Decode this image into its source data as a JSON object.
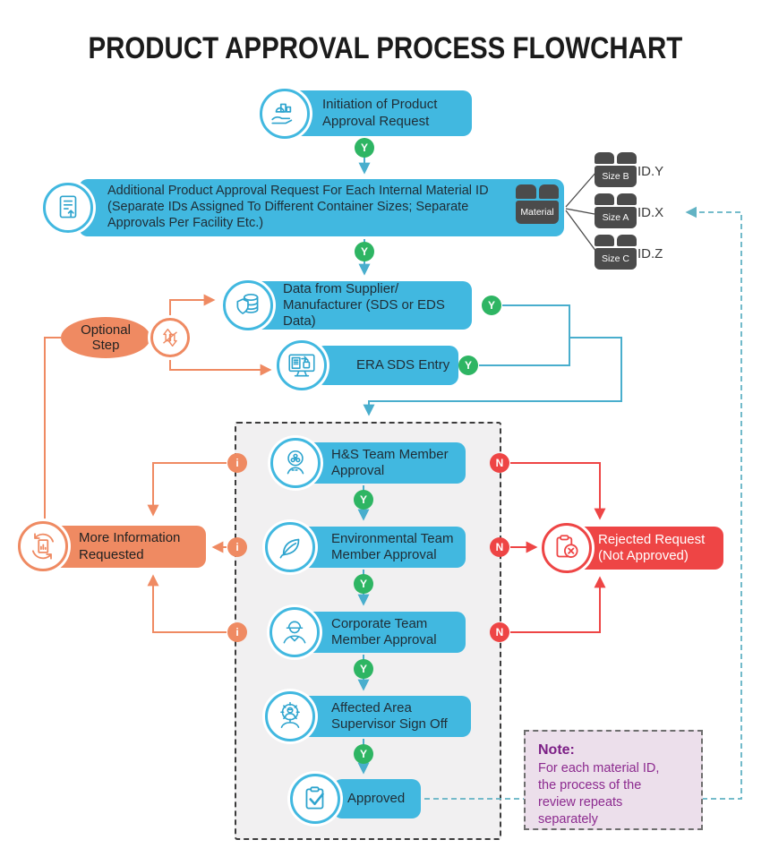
{
  "title": "PRODUCT APPROVAL PROCESS FLOWCHART",
  "badges": {
    "yes": "Y",
    "no": "N",
    "info": "i"
  },
  "nodes": {
    "initiation": {
      "label": "Initiation of Product Approval Request"
    },
    "additional_request": {
      "label": "Additional Product Approval Request For Each Internal Material ID (Separate IDs Assigned To Different Container Sizes; Separate Approvals Per Facility Etc.)"
    },
    "material": {
      "label": "Material"
    },
    "sizes": [
      {
        "size": "Size B",
        "id": "ID.Y"
      },
      {
        "size": "Size A",
        "id": "ID.X"
      },
      {
        "size": "Size C",
        "id": "ID.Z"
      }
    ],
    "data_from_supplier": {
      "label": "Data from Supplier/ Manufacturer (SDS or EDS Data)"
    },
    "era_sds_entry": {
      "label": "ERA SDS Entry"
    },
    "optional_step": {
      "label": "Optional Step"
    },
    "hs_approval": {
      "label": "H&S Team Member Approval"
    },
    "environmental_approval": {
      "label": "Environmental Team Member Approval"
    },
    "corporate_approval": {
      "label": "Corporate Team Member Approval"
    },
    "supervisor_signoff": {
      "label": "Affected Area Supervisor Sign Off"
    },
    "approved": {
      "label": "Approved"
    },
    "more_information": {
      "label": "More Information Requested"
    },
    "rejected": {
      "label": "Rejected Request (Not Approved)"
    }
  },
  "note": {
    "heading": "Note:",
    "body": "For each material ID, the process of the review repeats separately"
  },
  "colors": {
    "node_blue": "#41b8e0",
    "line_teal": "#49aecd",
    "yes_green": "#2eb563",
    "optional_orange": "#ef8a62",
    "reject_red": "#ee4545",
    "note_purple": "#8c2a8f",
    "note_bg": "#ecdfeb",
    "crate_gray": "#4b4b4b",
    "container_bg": "#f1f0f1"
  }
}
